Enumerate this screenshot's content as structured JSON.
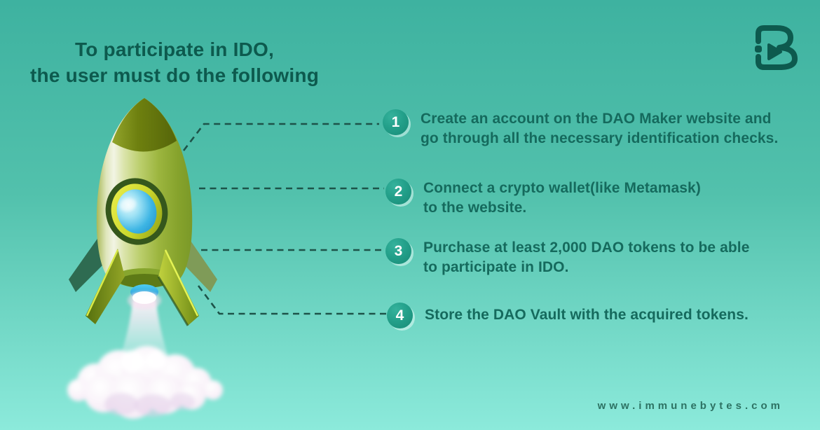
{
  "title": {
    "line1": "To participate in IDO,",
    "line2": "the user must do the following"
  },
  "steps": [
    {
      "number": "1",
      "lines": [
        "Create an account on the DAO Maker website and",
        "go through all the necessary identification checks."
      ]
    },
    {
      "number": "2",
      "lines": [
        "Connect a crypto wallet(like Metamask)",
        "to the website."
      ]
    },
    {
      "number": "3",
      "lines": [
        "Purchase at least 2,000 DAO tokens to be able",
        "to participate in IDO."
      ]
    },
    {
      "number": "4",
      "lines": [
        "Store the DAO Vault with the acquired tokens."
      ]
    }
  ],
  "footer": {
    "website": "www.immunebytes.com"
  },
  "icons": {
    "logo": "immunebytes-ib-monogram",
    "illustration": "rocket-launching-with-smoke-cloud"
  },
  "colors": {
    "background_top": "#3eb2a0",
    "background_bottom": "#8ceadb",
    "heading_text": "#0d5a4e",
    "step_text": "#156a5d",
    "badge_fill": "#1f907b",
    "badge_number": "#ffffff",
    "connector_line": "#1d5349",
    "logo": "#0d5a4e"
  }
}
